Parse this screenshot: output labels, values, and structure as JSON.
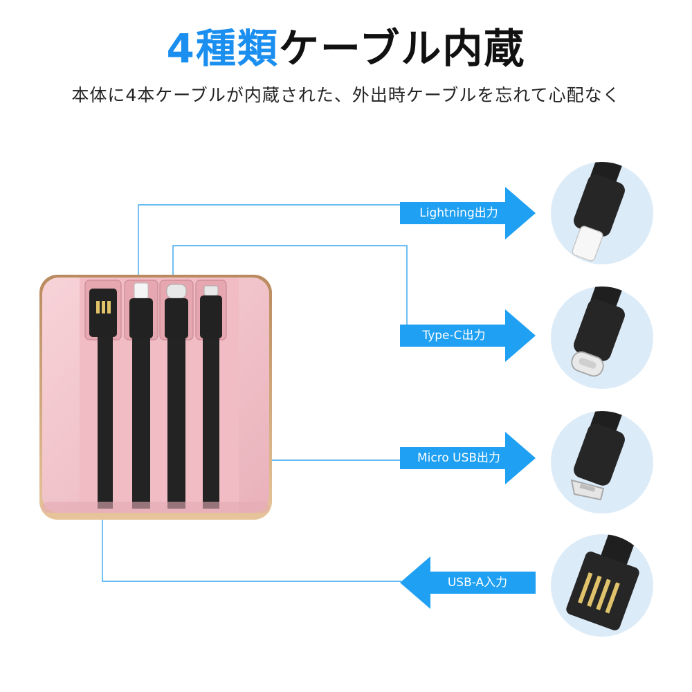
{
  "header": {
    "title_highlight": "4種類",
    "title_rest": "ケーブル内蔵",
    "subtitle": "本体に4本ケーブルが内蔵された、外出時ケーブルを忘れて心配なく"
  },
  "colors": {
    "accent_blue": "#1a8ff0",
    "arrow_blue": "#1fa0f2",
    "device_pink": "#f3c6cc",
    "device_border": "#c79a6a",
    "bubble_bg": "#dcebf8",
    "cable_black": "#232323"
  },
  "cables": [
    {
      "label": "Lightning出力",
      "direction": "out",
      "icon": "lightning-connector-icon"
    },
    {
      "label": "Type-C出力",
      "direction": "out",
      "icon": "usb-c-connector-icon"
    },
    {
      "label": "Micro USB出力",
      "direction": "out",
      "icon": "micro-usb-connector-icon"
    },
    {
      "label": "USB-A入力",
      "direction": "in",
      "icon": "usb-a-connector-icon"
    }
  ]
}
